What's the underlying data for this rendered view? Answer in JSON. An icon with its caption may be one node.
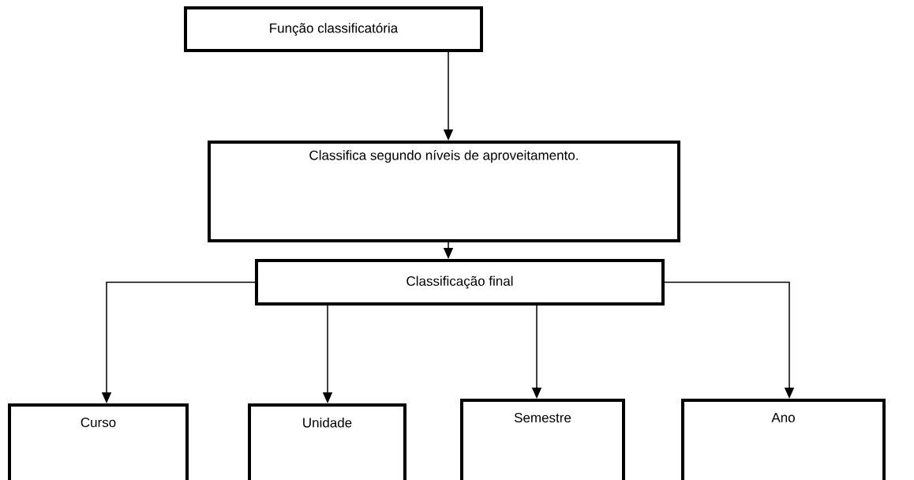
{
  "diagram": {
    "nodes": [
      {
        "text": [
          "Função classificatória"
        ]
      },
      {
        "text": [
          "Classifica segundo níveis de aproveitamento."
        ]
      },
      {
        "text": [
          "Classificação final"
        ]
      },
      {
        "text": [
          "Curso"
        ]
      },
      {
        "text": [
          "Unidade"
        ]
      },
      {
        "text": [
          "Semestre"
        ]
      },
      {
        "text": [
          "Ano"
        ]
      }
    ],
    "edges": [
      {
        "from": 0,
        "to": 1,
        "arrow": "to"
      },
      {
        "from": 1,
        "to": 2,
        "arrow": "to"
      },
      {
        "from": 2,
        "to": 3,
        "arrow": "to"
      },
      {
        "from": 2,
        "to": 4,
        "arrow": "to"
      },
      {
        "from": 2,
        "to": 5,
        "arrow": "to"
      },
      {
        "from": 2,
        "to": 6,
        "arrow": "to"
      }
    ]
  }
}
